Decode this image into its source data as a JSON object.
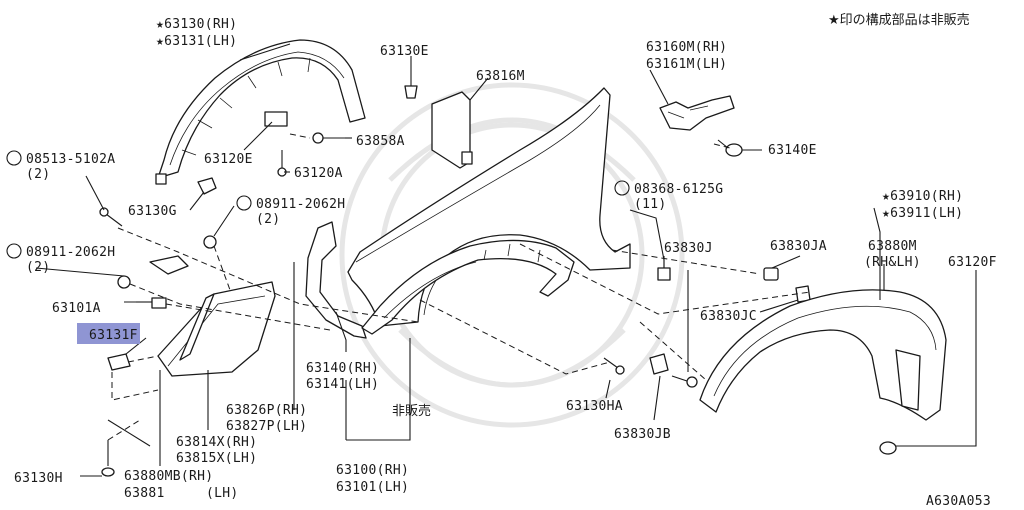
{
  "note": "★印の構成部品は非販売",
  "diagram_id": "A630A053",
  "highlight_color": "#8f95d3",
  "labels": {
    "p63130_rh": "★63130(RH)",
    "p63131_lh": "★63131(LH)",
    "p63130e": "63130E",
    "p63816m": "63816M",
    "p63160m": "63160M(RH)",
    "p63161m": "63161M(LH)",
    "p08513": "08513-5102A",
    "p08513_qty": "(2)",
    "p63120e": "63120E",
    "p63858a": "63858A",
    "p63140e": "63140E",
    "p63120a": "63120A",
    "p08368": "08368-6125G",
    "p08368_qty": "(11)",
    "p63130g": "63130G",
    "p08911_a": "08911-2062H",
    "p08911_a_qty": "(2)",
    "p63910": "★63910(RH)",
    "p63911": "★63911(LH)",
    "p08911_b": "08911-2062H",
    "p08911_b_qty": "(2)",
    "p63830j": "63830J",
    "p63830ja": "63830JA",
    "p63880m": "63880M",
    "p63880m_side": "(RH&LH)",
    "p63120f": "63120F",
    "p63101a": "63101A",
    "p63830jc": "63830JC",
    "p63131f": "63131F",
    "p63140_rh": "63140(RH)",
    "p63141_lh": "63141(LH)",
    "p63826p": "63826P(RH)",
    "p63827p": "63827P(LH)",
    "not_for_sale": "非販売",
    "p63130ha": "63130HA",
    "p63814x": "63814X(RH)",
    "p63815x": "63815X(LH)",
    "p63830jb": "63830JB",
    "p63100": "63100(RH)",
    "p63101": "63101(LH)",
    "p63130h": "63130H",
    "p63880mb": "63880MB(RH)",
    "p63881": "63881",
    "p63881_side": "(LH)"
  }
}
